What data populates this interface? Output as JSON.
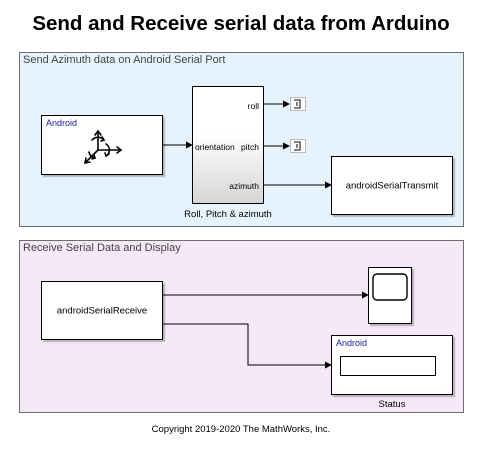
{
  "title": "Send and Receive serial data from Arduino",
  "area_send": {
    "title": "Send Azimuth data on Android Serial Port"
  },
  "area_receive": {
    "title": "Receive Serial Data and Display"
  },
  "android_orientation_block": {
    "mask_label": "Android",
    "icon": "orientation-axes-icon"
  },
  "roll_pitch_azimuth_block": {
    "caption": "Roll, Pitch & azimuth",
    "input_port": "orientation",
    "output_ports": [
      "roll",
      "pitch",
      "azimuth"
    ]
  },
  "terminator_icon": "terminator-icon",
  "transmit_block": {
    "label": "androidSerialTransmit"
  },
  "receive_block": {
    "label": "androidSerialReceive"
  },
  "scope_block": {
    "icon": "scope-icon"
  },
  "status_block": {
    "mask_label": "Android",
    "caption": "Status",
    "icon": "display-field-icon"
  },
  "copyright": "Copyright 2019-2020 The MathWorks, Inc."
}
